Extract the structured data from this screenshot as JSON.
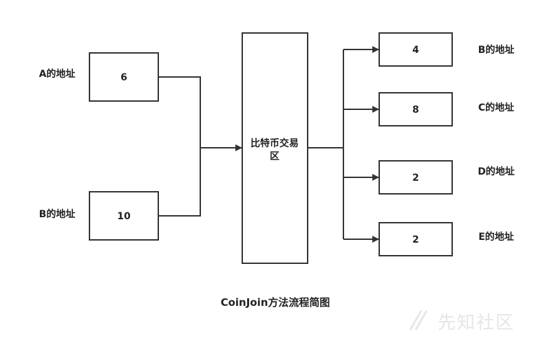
{
  "inputs": [
    {
      "label": "A的地址",
      "value": "6"
    },
    {
      "label": "B的地址",
      "value": "10"
    }
  ],
  "exchange": {
    "line1": "比特币交易",
    "line2": "区"
  },
  "outputs": [
    {
      "label": "B的地址",
      "value": "4"
    },
    {
      "label": "C的地址",
      "value": "8"
    },
    {
      "label": "D的地址",
      "value": "2"
    },
    {
      "label": "E的地址",
      "value": "2"
    }
  ],
  "caption": "CoinJoin方法流程简图",
  "watermark": "先知社区"
}
